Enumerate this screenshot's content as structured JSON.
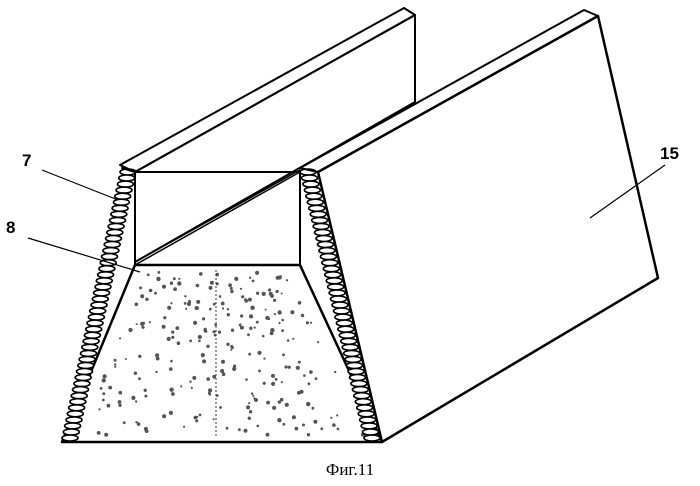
{
  "figure": {
    "caption": "Фиг.11",
    "labels": {
      "label_7": "7",
      "label_8": "8",
      "label_15": "15"
    }
  }
}
